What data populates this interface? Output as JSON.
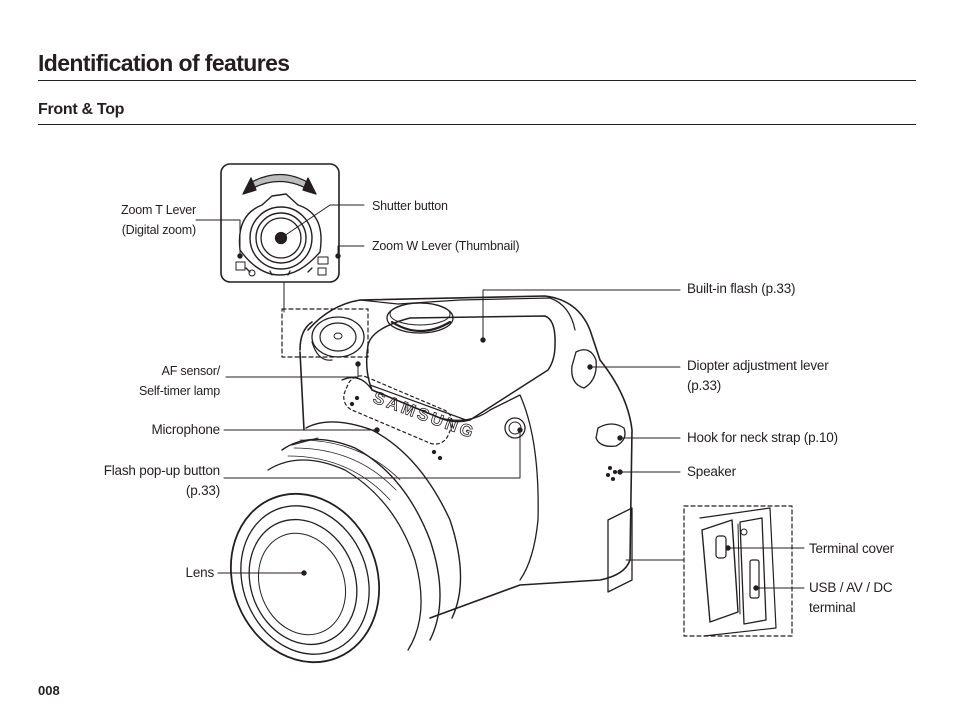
{
  "page": {
    "title": "Identification of features",
    "subtitle": "Front & Top",
    "page_number": "008"
  },
  "labels": {
    "zoom_t_lever": [
      "Zoom T Lever",
      "(Digital zoom)"
    ],
    "shutter_button": "Shutter button",
    "zoom_w_lever": "Zoom W Lever (Thumbnail)",
    "built_in_flash": "Built-in flash (p.33)",
    "af_sensor": [
      "AF sensor/",
      "Self-timer lamp"
    ],
    "diopter": [
      "Diopter adjustment lever",
      "(p.33)"
    ],
    "microphone": "Microphone",
    "hook": "Hook for neck strap (p.10)",
    "flash_popup": [
      "Flash pop-up button",
      "(p.33)"
    ],
    "speaker": "Speaker",
    "terminal_cover": "Terminal cover",
    "usb_terminal": [
      "USB / AV / DC",
      "terminal"
    ],
    "lens": "Lens"
  },
  "camera": {
    "brand": "SAMSUNG"
  },
  "icons": [
    "camera-illustration-icon",
    "zoom-lever-detail-icon",
    "terminal-detail-icon"
  ]
}
